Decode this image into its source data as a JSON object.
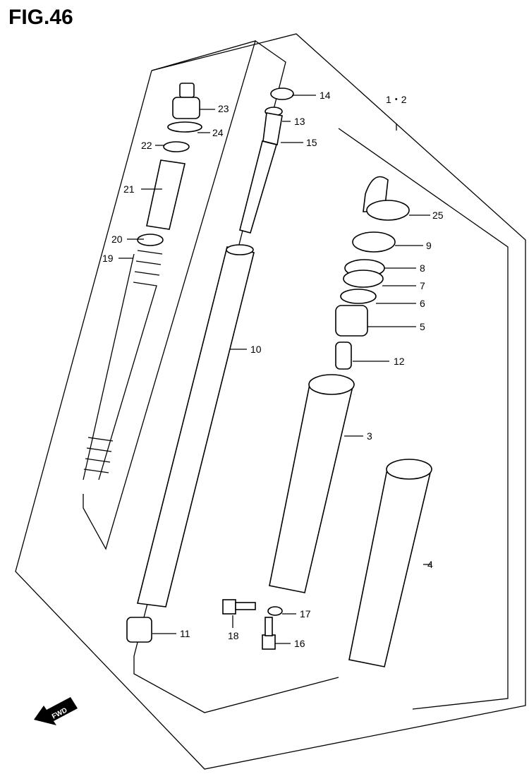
{
  "title": "FIG.46",
  "assembly_label": "1・2",
  "fwd_label": "FWD",
  "parts": [
    {
      "id": "23",
      "label": "23"
    },
    {
      "id": "24",
      "label": "24"
    },
    {
      "id": "22",
      "label": "22"
    },
    {
      "id": "21",
      "label": "21"
    },
    {
      "id": "20",
      "label": "20"
    },
    {
      "id": "19",
      "label": "19"
    },
    {
      "id": "14",
      "label": "14"
    },
    {
      "id": "13",
      "label": "13"
    },
    {
      "id": "15",
      "label": "15"
    },
    {
      "id": "10",
      "label": "10"
    },
    {
      "id": "11",
      "label": "11"
    },
    {
      "id": "25",
      "label": "25"
    },
    {
      "id": "9",
      "label": "9"
    },
    {
      "id": "8",
      "label": "8"
    },
    {
      "id": "7",
      "label": "7"
    },
    {
      "id": "6",
      "label": "6"
    },
    {
      "id": "5",
      "label": "5"
    },
    {
      "id": "12",
      "label": "12"
    },
    {
      "id": "3",
      "label": "3"
    },
    {
      "id": "4",
      "label": "4"
    },
    {
      "id": "17",
      "label": "17"
    },
    {
      "id": "18",
      "label": "18"
    },
    {
      "id": "16",
      "label": "16"
    }
  ]
}
